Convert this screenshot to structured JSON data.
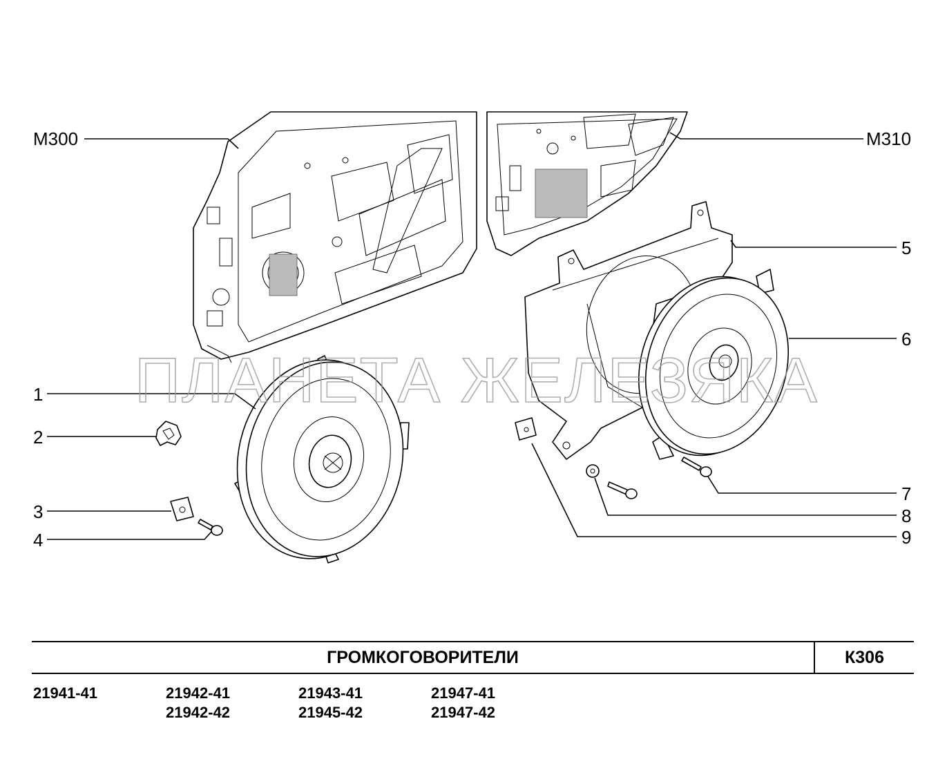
{
  "diagram": {
    "callouts": {
      "m300": "М300",
      "m310": "М310",
      "p1": "1",
      "p2": "2",
      "p3": "3",
      "p4": "4",
      "p5": "5",
      "p6": "6",
      "p7": "7",
      "p8": "8",
      "p9": "9"
    },
    "watermark": "ПЛАНЕТА ЖЕЛЕЗЯКА"
  },
  "title_block": {
    "title": "ГРОМКОГОВОРИТЕЛИ",
    "code": "К306"
  },
  "models": {
    "col1": [
      "21941-41"
    ],
    "col2": [
      "21942-41",
      "21942-42"
    ],
    "col3": [
      "21943-41",
      "21945-42"
    ],
    "col4": [
      "21947-41",
      "21947-42"
    ]
  }
}
